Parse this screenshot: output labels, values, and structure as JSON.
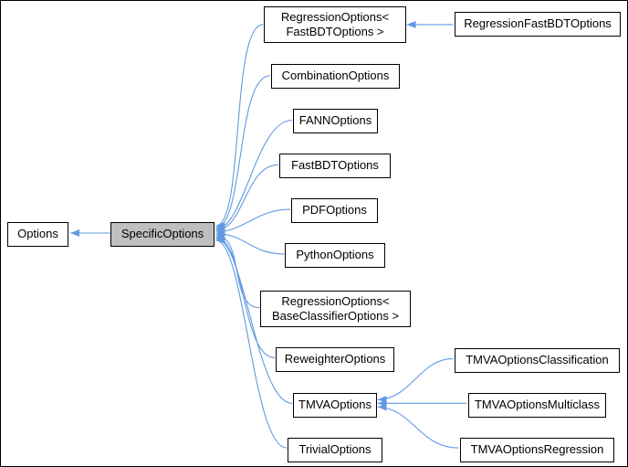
{
  "diagram": {
    "colors": {
      "arrow": "#6199e1",
      "node_border": "#000000",
      "node_fill": "#ffffff",
      "highlight_fill": "#bfbfbf",
      "background": "#ffffff"
    },
    "nodes": {
      "options": {
        "label": "Options",
        "highlighted": false
      },
      "specific_options": {
        "label": "SpecificOptions",
        "highlighted": true
      },
      "regression_options_fastbdt": {
        "label": "RegressionOptions<\nFastBDTOptions >",
        "highlighted": false
      },
      "regression_fastbdt_options": {
        "label": "RegressionFastBDTOptions",
        "highlighted": false
      },
      "combination_options": {
        "label": "CombinationOptions",
        "highlighted": false
      },
      "fann_options": {
        "label": "FANNOptions",
        "highlighted": false
      },
      "fastbdt_options": {
        "label": "FastBDTOptions",
        "highlighted": false
      },
      "pdf_options": {
        "label": "PDFOptions",
        "highlighted": false
      },
      "python_options": {
        "label": "PythonOptions",
        "highlighted": false
      },
      "regression_options_baseclassifier": {
        "label": "RegressionOptions<\nBaseClassifierOptions >",
        "highlighted": false
      },
      "reweighter_options": {
        "label": "ReweighterOptions",
        "highlighted": false
      },
      "tmva_options": {
        "label": "TMVAOptions",
        "highlighted": false
      },
      "trivial_options": {
        "label": "TrivialOptions",
        "highlighted": false
      },
      "tmva_options_classification": {
        "label": "TMVAOptionsClassification",
        "highlighted": false
      },
      "tmva_options_multiclass": {
        "label": "TMVAOptionsMulticlass",
        "highlighted": false
      },
      "tmva_options_regression": {
        "label": "TMVAOptionsRegression",
        "highlighted": false
      }
    },
    "edges": [
      {
        "derived": "SpecificOptions",
        "base": "Options"
      },
      {
        "derived": "RegressionOptions< FastBDTOptions >",
        "base": "SpecificOptions"
      },
      {
        "derived": "CombinationOptions",
        "base": "SpecificOptions"
      },
      {
        "derived": "FANNOptions",
        "base": "SpecificOptions"
      },
      {
        "derived": "FastBDTOptions",
        "base": "SpecificOptions"
      },
      {
        "derived": "PDFOptions",
        "base": "SpecificOptions"
      },
      {
        "derived": "PythonOptions",
        "base": "SpecificOptions"
      },
      {
        "derived": "RegressionOptions< BaseClassifierOptions >",
        "base": "SpecificOptions"
      },
      {
        "derived": "ReweighterOptions",
        "base": "SpecificOptions"
      },
      {
        "derived": "TMVAOptions",
        "base": "SpecificOptions"
      },
      {
        "derived": "TrivialOptions",
        "base": "SpecificOptions"
      },
      {
        "derived": "RegressionFastBDTOptions",
        "base": "RegressionOptions< FastBDTOptions >"
      },
      {
        "derived": "TMVAOptionsClassification",
        "base": "TMVAOptions"
      },
      {
        "derived": "TMVAOptionsMulticlass",
        "base": "TMVAOptions"
      },
      {
        "derived": "TMVAOptionsRegression",
        "base": "TMVAOptions"
      }
    ]
  }
}
